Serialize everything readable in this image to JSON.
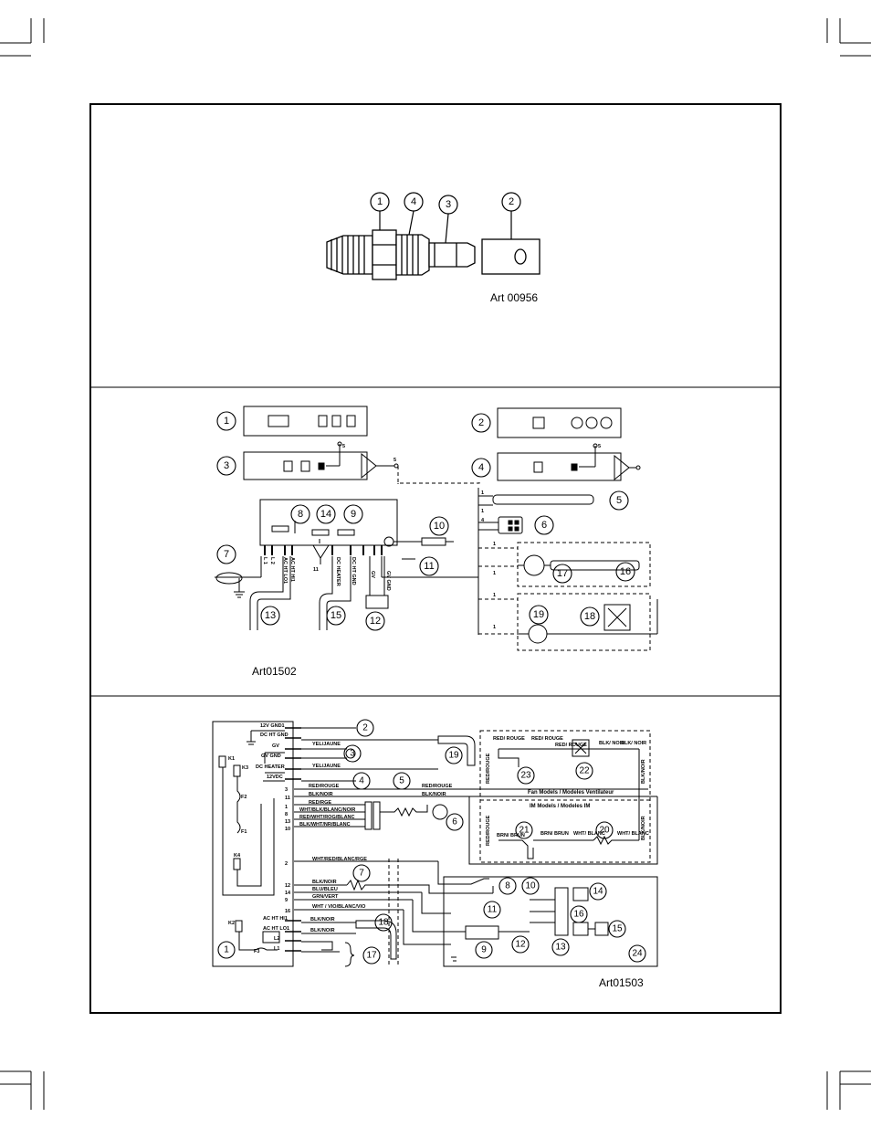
{
  "panels": {
    "top": {
      "art_label": "Art 00956",
      "callouts": [
        "1",
        "4",
        "3",
        "2"
      ]
    },
    "middle": {
      "art_label": "Art01502",
      "callouts": [
        "1",
        "2",
        "3",
        "4",
        "5",
        "6",
        "7",
        "8",
        "9",
        "10",
        "11",
        "12",
        "13",
        "14",
        "15",
        "16",
        "17",
        "18",
        "19"
      ],
      "wire_labels": {
        "pin5_a": "5",
        "pin5_b": "5",
        "pin5_c": "5",
        "pin1_a": "1",
        "pin1_b": "1",
        "pin4": "4",
        "pin1_c": "1",
        "pin1_d": "1",
        "pin1_e": "1",
        "pin1_f": "1",
        "pin11": "11",
        "l1": "L 1",
        "l2": "L 2",
        "ac_ht_lo1": "AC HT LO1",
        "ac_ht_hi1": "AC HT HI1",
        "dc_heater": "DC HEATER",
        "dc_ht_gnd": "DC HT GND",
        "gv": "GV",
        "gv_gnd": "GV GND"
      }
    },
    "bottom": {
      "art_label": "Art01503",
      "callouts": [
        "1",
        "2",
        "3",
        "4",
        "5",
        "6",
        "7",
        "8",
        "9",
        "10",
        "11",
        "12",
        "13",
        "14",
        "15",
        "16",
        "17",
        "18",
        "19",
        "20",
        "21",
        "22",
        "23",
        "24"
      ],
      "board_labels": {
        "gnd12": "12V GND1",
        "dcgnd": "DC HT GND",
        "gv": "GV",
        "gvgnd": "GV GND",
        "k1": "K1",
        "k3": "K3",
        "dcheater": "DC HEATER",
        "v12": "12VDC",
        "f2": "F2",
        "f1": "F1",
        "k4": "K4",
        "k2": "K2",
        "f3": "F3",
        "achthi": "AC HT HI1",
        "achtlo": "AC HT LO1",
        "l2": "L2",
        "l1": "L1"
      },
      "pins": [
        "3",
        "11",
        "1",
        "8",
        "13",
        "10",
        "2",
        "12",
        "14",
        "9",
        "16"
      ],
      "wire_labels": {
        "yel1": "YEL/JAUNE",
        "yel2": "YEL/JAUNE",
        "red1": "RED/ROUGE",
        "blk1": "BLK/NOIR",
        "red_rge": "RED/RGE",
        "wht_blk": "WHT/BLK/BLANC/NOIR",
        "red_wht": "RED/WHT/ROG/BLANC",
        "blk_wht": "BLK/WHT/NR/BLANC",
        "red2": "RED/ROUGE",
        "blk2": "BLK/NOIR",
        "wht_red": "WHT/RED/BLANC/RGE",
        "blk3": "BLK/NOIR",
        "blu": "BLU/BLEU",
        "grn": "GRN/VERT",
        "wht_vio": "WHT / VIO/BLANC/VIO",
        "blk4": "BLK/NOIR",
        "blk5": "BLK/NOIR",
        "fan_red1": "RED/ ROUGE",
        "fan_red2": "RED/ ROUGE",
        "fan_red3": "RED/ ROUGE",
        "fan_blk1": "BLK/ NOIR",
        "fan_blk2": "BLK/ NOIR",
        "side_red1": "RED/ROUGE",
        "side_red2": "RED/ROUGE",
        "side_blk1": "BLK/NOIR",
        "side_blk2": "BLK/NOIR",
        "fan_models": "Fan Models / Modeles Ventilateur",
        "im_models": "IM Models / Modeles IM",
        "brn1": "BRN/ BRUN",
        "brn2": "BRN/ BRUN",
        "wht1": "WHT/ BLANC",
        "wht2": "WHT/ BLANC"
      }
    }
  }
}
